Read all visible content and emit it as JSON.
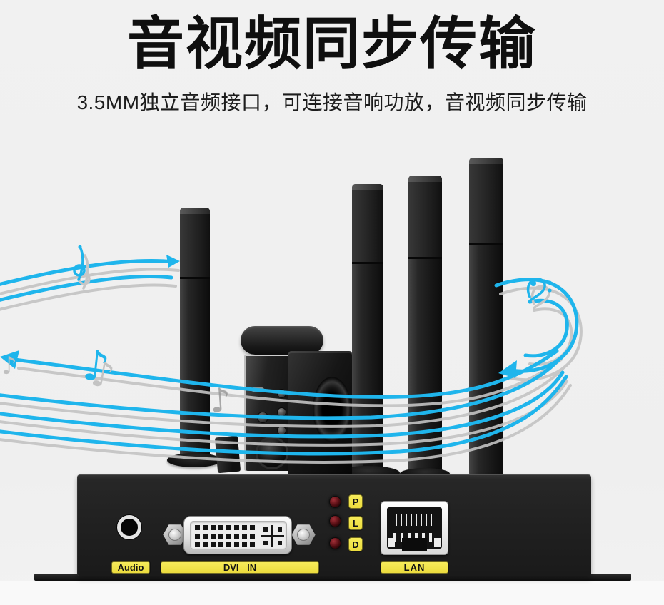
{
  "header": {
    "title": "音视频同步传输",
    "subtitle": "3.5MM独立音频接口，可连接音响功放，音视频同步传输"
  },
  "device_panel": {
    "audio_label": "Audio",
    "dvi_label": "DVI IN",
    "lan_label": "LAN",
    "leds": [
      {
        "label": "P",
        "color": "#6b1016"
      },
      {
        "label": "L",
        "color": "#6b1016"
      },
      {
        "label": "D",
        "color": "#6b1016"
      }
    ],
    "label_bg": "#f2e44c",
    "panel_color": "#1f1f1f"
  },
  "illustration": {
    "accent_color": "#1fb5ec",
    "shadow_color": "#c3c3c3",
    "music_symbols": [
      "treble-clef",
      "eighth-note",
      "bass-clef",
      "quarter-note"
    ],
    "speakers": [
      "tower-speaker-left",
      "tower-speaker-2",
      "tower-speaker-3",
      "tower-speaker-right",
      "center-speaker",
      "subwoofer",
      "av-receiver",
      "satellite-speaker"
    ]
  }
}
